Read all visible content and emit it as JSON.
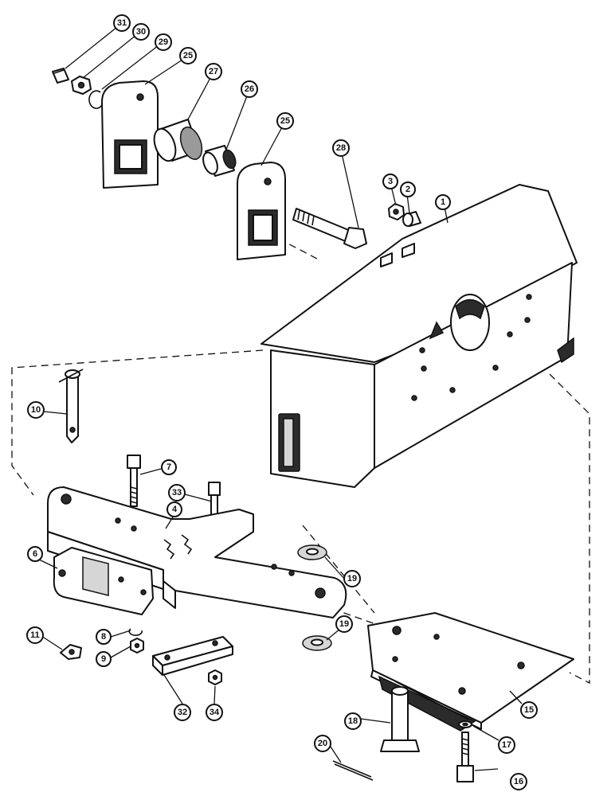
{
  "diagram": {
    "parts": [
      {
        "ref": "1"
      },
      {
        "ref": "2"
      },
      {
        "ref": "3"
      },
      {
        "ref": "4"
      },
      {
        "ref": "6"
      },
      {
        "ref": "7"
      },
      {
        "ref": "8"
      },
      {
        "ref": "9"
      },
      {
        "ref": "10"
      },
      {
        "ref": "11"
      },
      {
        "ref": "15"
      },
      {
        "ref": "16"
      },
      {
        "ref": "17"
      },
      {
        "ref": "18"
      },
      {
        "ref": "19"
      },
      {
        "ref": "20"
      },
      {
        "ref": "25"
      },
      {
        "ref": "26"
      },
      {
        "ref": "27"
      },
      {
        "ref": "28"
      },
      {
        "ref": "29"
      },
      {
        "ref": "30"
      },
      {
        "ref": "31"
      },
      {
        "ref": "32"
      },
      {
        "ref": "33"
      },
      {
        "ref": "34"
      }
    ],
    "callouts": {
      "c31": "31",
      "c30": "30",
      "c29": "29",
      "c25a": "25",
      "c27": "27",
      "c26": "26",
      "c25b": "25",
      "c28": "28",
      "c3": "3",
      "c2": "2",
      "c1": "1",
      "c10": "10",
      "c7": "7",
      "c33": "33",
      "c4": "4",
      "c6": "6",
      "c19a": "19",
      "c19b": "19",
      "c11": "11",
      "c8": "8",
      "c9": "9",
      "c32": "32",
      "c34": "34",
      "c15": "15",
      "c18": "18",
      "c17": "17",
      "c20": "20",
      "c16": "16"
    }
  }
}
